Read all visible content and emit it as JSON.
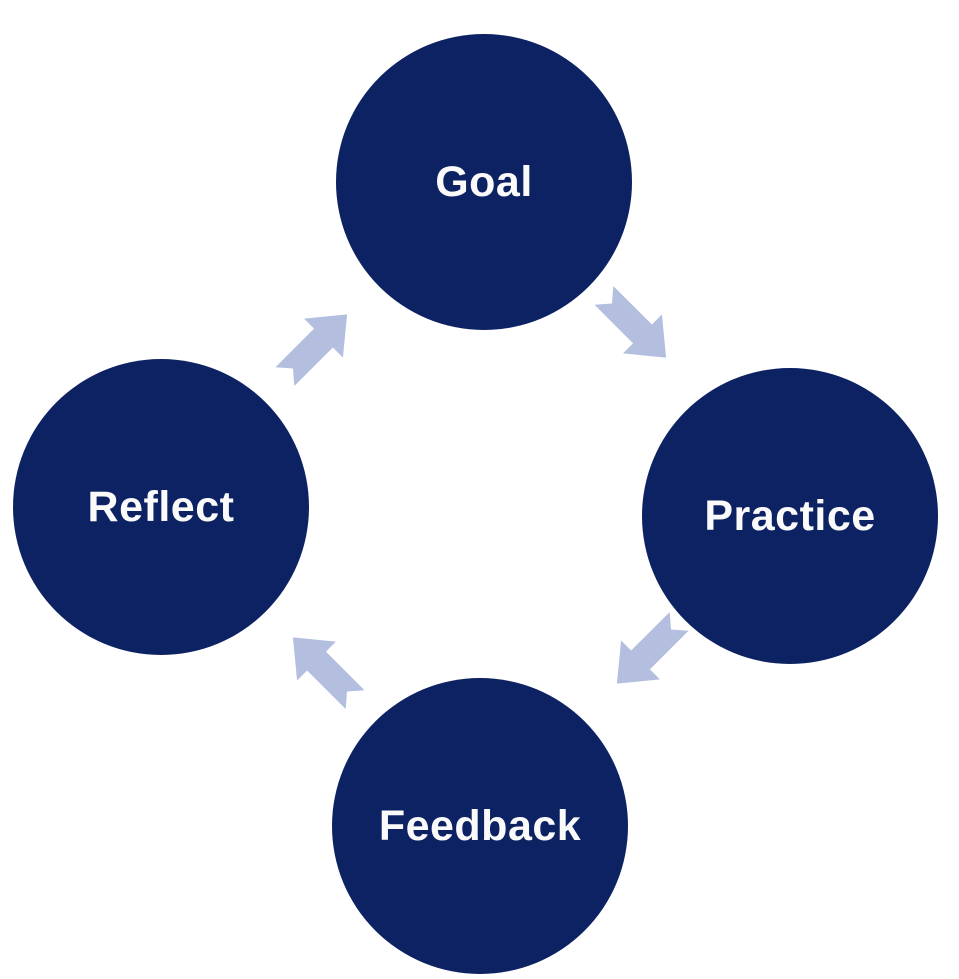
{
  "diagram": {
    "type": "cycle",
    "flow": "clockwise",
    "sequence": "Goal → Practice → Feedback → Reflect → Goal",
    "background_color": "#ffffff",
    "node_fill_color": "#0d2263",
    "node_label_color": "#fafafa",
    "arrow_color": "#b4bfdf",
    "nodes": [
      {
        "id": "goal",
        "label": "Goal",
        "position": "top"
      },
      {
        "id": "practice",
        "label": "Practice",
        "position": "right"
      },
      {
        "id": "feedback",
        "label": "Feedback",
        "position": "bottom"
      },
      {
        "id": "reflect",
        "label": "Reflect",
        "position": "left"
      }
    ],
    "arrows": [
      {
        "from": "goal",
        "to": "practice",
        "direction": "down-right"
      },
      {
        "from": "practice",
        "to": "feedback",
        "direction": "down-left"
      },
      {
        "from": "feedback",
        "to": "reflect",
        "direction": "up-left"
      },
      {
        "from": "reflect",
        "to": "goal",
        "direction": "up-right"
      }
    ]
  }
}
